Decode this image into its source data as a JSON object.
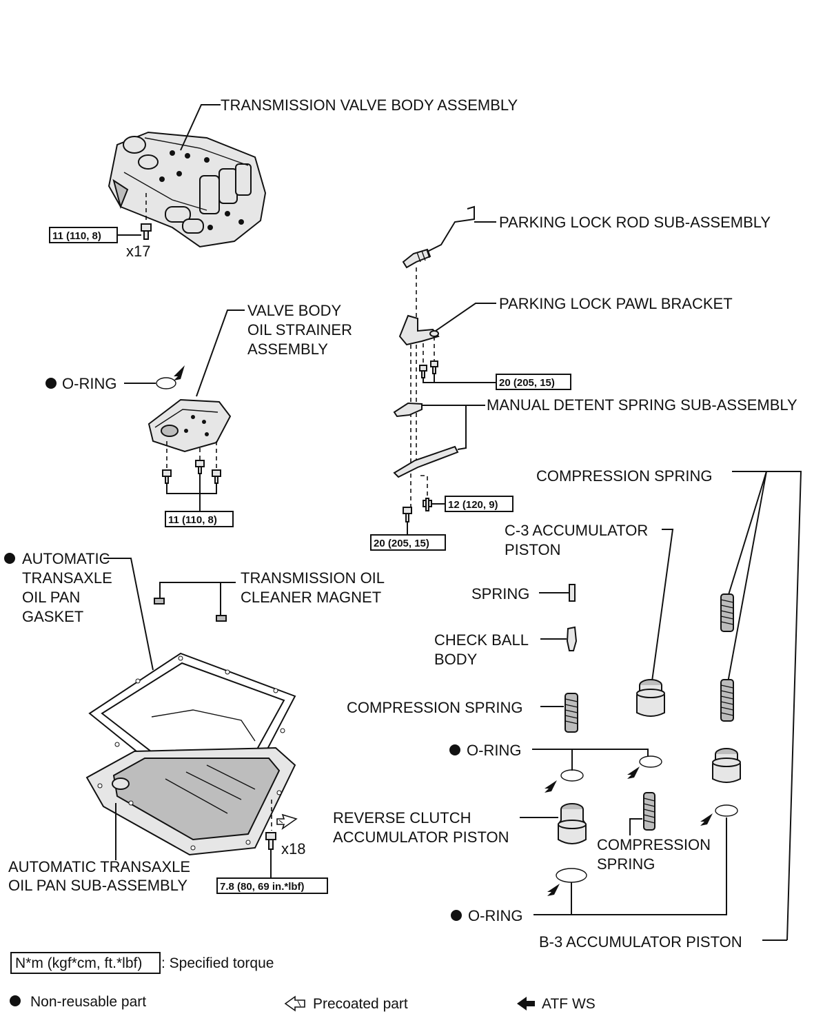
{
  "labels": {
    "valve_body": "TRANSMISSION VALVE BODY ASSEMBLY",
    "parking_rod": "PARKING LOCK ROD SUB-ASSEMBLY",
    "pawl_bracket": "PARKING LOCK PAWL BRACKET",
    "detent_spring": "MANUAL DETENT SPRING SUB-ASSEMBLY",
    "strainer": [
      "VALVE BODY",
      "OIL STRAINER",
      "ASSEMBLY"
    ],
    "oring_1": "O-RING",
    "compression_spring_1": "COMPRESSION SPRING",
    "c3_piston": [
      "C-3 ACCUMULATOR",
      "PISTON"
    ],
    "spring": "SPRING",
    "check_ball": [
      "CHECK BALL",
      "BODY"
    ],
    "compression_spring_2": "COMPRESSION SPRING",
    "oring_2": "O-RING",
    "reverse_piston": [
      "REVERSE CLUTCH",
      "ACCUMULATOR PISTON"
    ],
    "compression_spring_3": [
      "COMPRESSION",
      "SPRING"
    ],
    "oring_3": "O-RING",
    "b3_piston": "B-3 ACCUMULATOR PISTON",
    "pan_gasket": [
      "AUTOMATIC",
      "TRANSAXLE",
      "OIL PAN",
      "GASKET"
    ],
    "magnet": [
      "TRANSMISSION OIL",
      "CLEANER MAGNET"
    ],
    "oil_pan": [
      "AUTOMATIC TRANSAXLE",
      "OIL PAN SUB-ASSEMBLY"
    ]
  },
  "torques": {
    "valve_body_bolts": "11 (110, 8)",
    "strainer_bolts": "11 (110, 8)",
    "pawl_bracket_bolts": "20 (205, 15)",
    "detent_spring_bolt": "12 (120, 9)",
    "detent_lower_bolt": "20 (205, 15)",
    "oil_pan_bolts": "7.8 (80, 69 in.*lbf)"
  },
  "quantities": {
    "valve_body_bolts": "x17",
    "oil_pan_bolts": "x18"
  },
  "legend": {
    "torque_box": "N*m (kgf*cm, ft.*lbf)",
    "torque_text": ": Specified torque",
    "non_reusable": "Non-reusable part",
    "precoated": "Precoated part",
    "atf": "ATF WS"
  }
}
